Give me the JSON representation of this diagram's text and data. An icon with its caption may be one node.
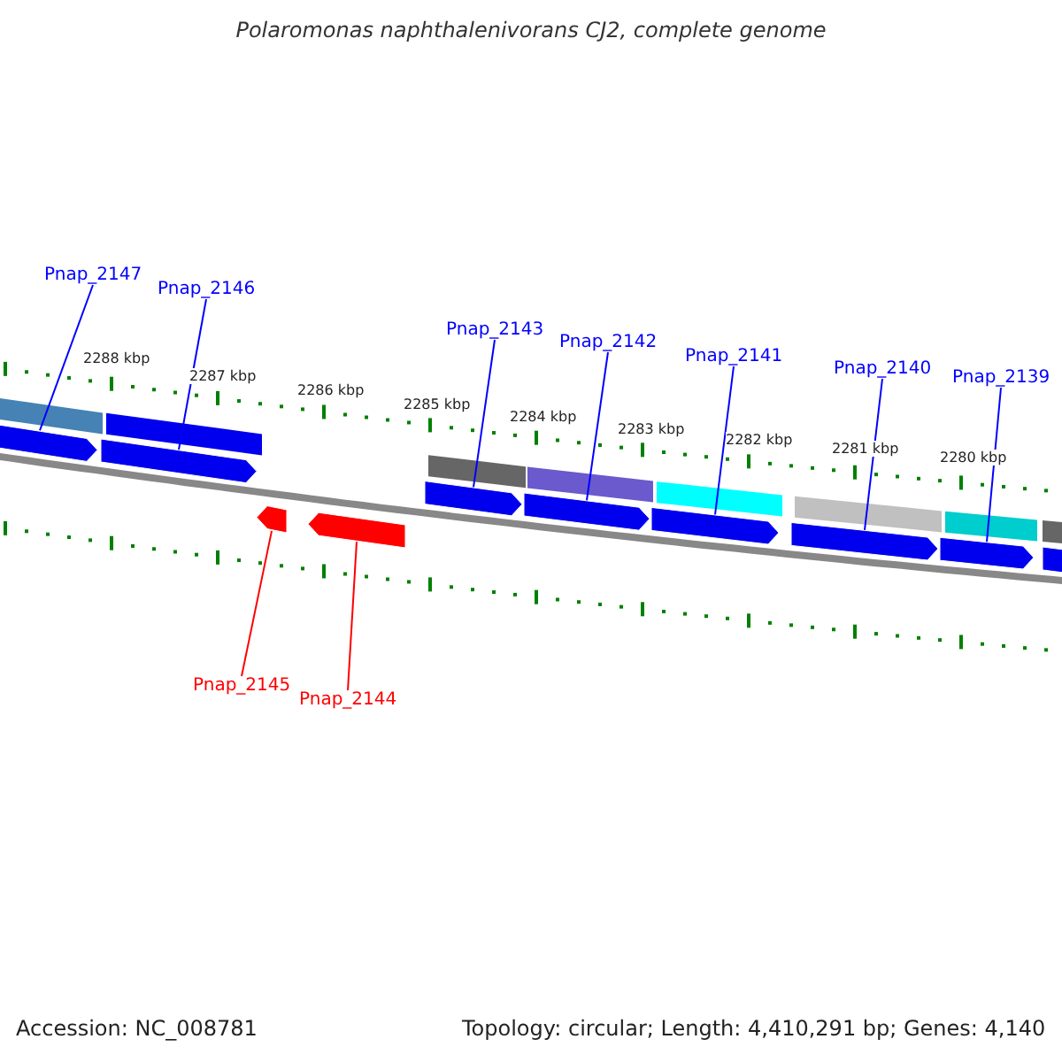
{
  "diagram": {
    "title": "Polaromonas naphthalenivorans CJ2, complete genome",
    "nodes": [
      {
        "text": [
          "Pnap_2147"
        ]
      },
      {
        "text": [
          "Pnap_2146"
        ]
      },
      {
        "text": [
          "Pnap_2143"
        ]
      },
      {
        "text": [
          "Pnap_2142"
        ]
      },
      {
        "text": [
          "Pnap_2141"
        ]
      },
      {
        "text": [
          "Pnap_2140"
        ]
      },
      {
        "text": [
          "Pnap_2139"
        ]
      },
      {
        "text": [
          "Pnap_2145"
        ]
      },
      {
        "text": [
          "Pnap_2144"
        ]
      },
      {
        "text": [],
        "shape": "arrow"
      },
      {
        "text": [],
        "shape": "arrow"
      },
      {
        "text": [],
        "shape": "arrow"
      },
      {
        "text": [],
        "shape": "arrow"
      },
      {
        "text": [],
        "shape": "arrow"
      },
      {
        "text": [],
        "shape": "arrow"
      },
      {
        "text": [],
        "shape": "arrow"
      },
      {
        "text": [],
        "shape": "arrow"
      },
      {
        "text": [],
        "shape": "arrow"
      },
      {
        "text": [],
        "shape": "bar"
      },
      {
        "text": [],
        "shape": "bar"
      },
      {
        "text": [],
        "shape": "bar"
      },
      {
        "text": [],
        "shape": "bar"
      },
      {
        "text": [],
        "shape": "bar"
      },
      {
        "text": [],
        "shape": "bar"
      },
      {
        "text": [],
        "shape": "bar"
      },
      {
        "text": [],
        "shape": "bar"
      },
      {
        "text": [],
        "shape": "arrow"
      }
    ],
    "edges": [
      {
        "from": 0,
        "to": 9,
        "arrow": "none"
      },
      {
        "from": 1,
        "to": 10,
        "arrow": "none"
      },
      {
        "from": 2,
        "to": 11,
        "arrow": "none"
      },
      {
        "from": 3,
        "to": 12,
        "arrow": "none"
      },
      {
        "from": 4,
        "to": 13,
        "arrow": "none"
      },
      {
        "from": 5,
        "to": 14,
        "arrow": "none"
      },
      {
        "from": 6,
        "to": 15,
        "arrow": "none"
      },
      {
        "from": 7,
        "to": 16,
        "arrow": "none",
        "color": "#ff0000"
      },
      {
        "from": 8,
        "to": 17,
        "arrow": "none",
        "color": "#ff0000"
      }
    ],
    "labels": [
      "2288 kbp",
      "2287 kbp",
      "2286 kbp",
      "2285 kbp",
      "2284 kbp",
      "2283 kbp",
      "2282 kbp",
      "2281 kbp",
      "2280 kbp",
      "Accession: NC_008781",
      "Topology: circular; Length: 4,410,291 bp; Genes: 4,140"
    ]
  }
}
